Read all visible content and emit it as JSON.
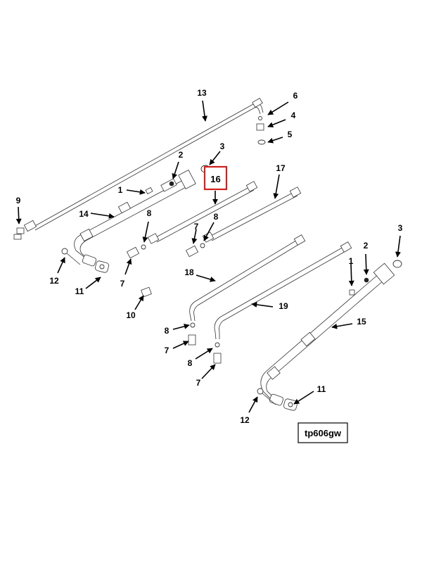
{
  "callouts": {
    "c13": "13",
    "c6": "6",
    "c4": "4",
    "c5": "5",
    "c3a": "3",
    "c2a": "2",
    "c1a": "1",
    "c17": "17",
    "c9": "9",
    "c14": "14",
    "c8a": "8",
    "c7a": "7",
    "c8b": "8",
    "c12a": "12",
    "c11a": "11",
    "c7b": "7",
    "c10": "10",
    "c18": "18",
    "c3b": "3",
    "c2b": "2",
    "c1b": "1",
    "c19": "19",
    "c15": "15",
    "c8c": "8",
    "c7c": "7",
    "c8d": "8",
    "c7d": "7",
    "c11b": "11",
    "c12b": "12"
  },
  "highlight": {
    "label": "16",
    "color": "#d21f1f"
  },
  "figure_id": "tp606gw"
}
